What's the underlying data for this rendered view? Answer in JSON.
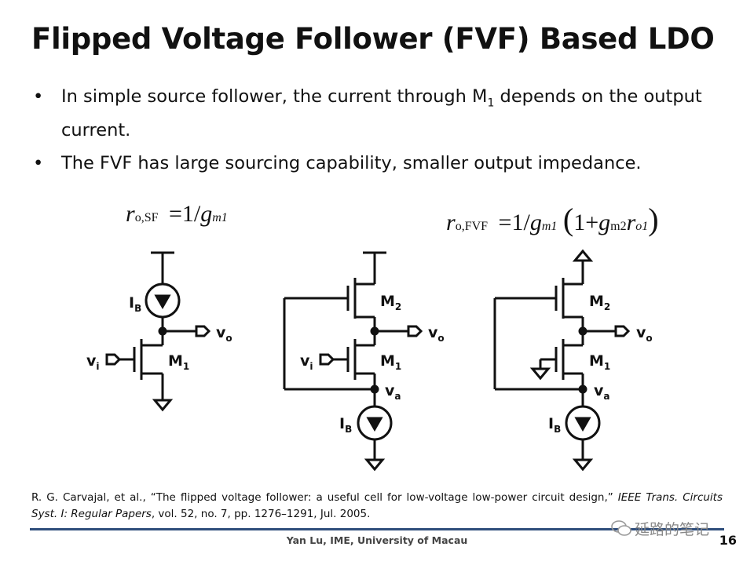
{
  "slide": {
    "title": "Flipped Voltage Follower (FVF) Based LDO",
    "bullets": [
      {
        "pre": "In simple source follower, the current through M",
        "sub": "1",
        "post": " depends on the output current."
      },
      {
        "pre": "The FVF has large sourcing capability, smaller output impedance.",
        "sub": "",
        "post": ""
      }
    ]
  },
  "equations": {
    "sf": {
      "r": "r",
      "r_sub": "o,SF",
      "eq": "=1",
      "g": "g",
      "g_sub": "m1"
    },
    "fvf": {
      "r": "r",
      "r_sub": "o,FVF",
      "eq": "=1",
      "g1": "g",
      "g1_sub": "m1",
      "lp": "(",
      "one_plus": "1+",
      "g2": "g",
      "g2_sub": "m2",
      "r2": "r",
      "r2_sub": "o1",
      "rp": ")"
    }
  },
  "circuits": {
    "sf": {
      "ib": "I",
      "ib_sub": "B",
      "vo": "v",
      "vo_sub": "o",
      "vi": "v",
      "vi_sub": "i",
      "m1": "M",
      "m1_sub": "1"
    },
    "fvf1": {
      "m2": "M",
      "m2_sub": "2",
      "vo": "v",
      "vo_sub": "o",
      "vi": "v",
      "vi_sub": "i",
      "m1": "M",
      "m1_sub": "1",
      "va": "v",
      "va_sub": "a",
      "ib": "I",
      "ib_sub": "B"
    },
    "fvf2": {
      "m2": "M",
      "m2_sub": "2",
      "vo": "v",
      "vo_sub": "o",
      "m1": "M",
      "m1_sub": "1",
      "va": "v",
      "va_sub": "a",
      "ib": "I",
      "ib_sub": "B"
    }
  },
  "reference": {
    "text": "R. G. Carvajal, et al., “The flipped voltage follower: a useful cell for low-voltage low-power circuit design,” ",
    "journal": "IEEE Trans. Circuits Syst. I: Regular Papers",
    "details": ", vol. 52, no. 7, pp. 1276–1291, Jul. 2005."
  },
  "footer": {
    "affiliation": "Yan Lu, IME, University of Macau",
    "page": "16"
  },
  "watermark": {
    "text": "延路的笔记"
  }
}
